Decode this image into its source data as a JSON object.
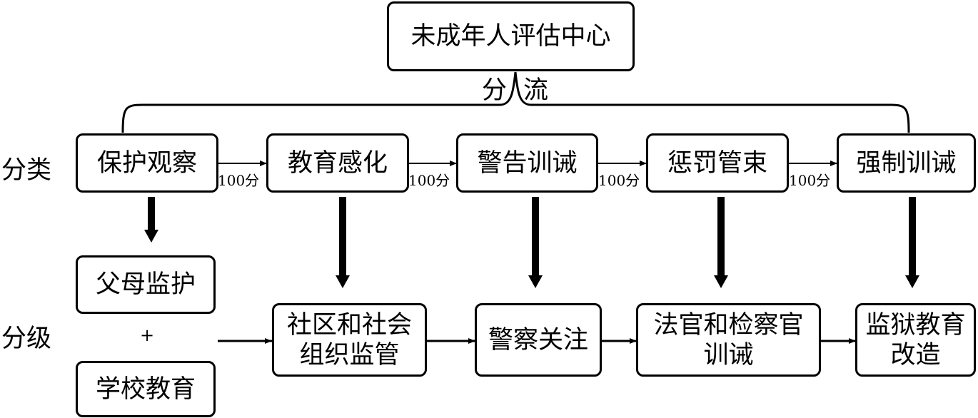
{
  "center": {
    "title": "未成年人评估中心"
  },
  "diversion_label": {
    "left": "分",
    "right": "流"
  },
  "row_labels": {
    "classification": "分类",
    "grading": "分级"
  },
  "categories": [
    "保护观察",
    "教育感化",
    "警告训诫",
    "惩罚管束",
    "强制训诫"
  ],
  "score_labels": [
    "100分",
    "100分",
    "100分",
    "100分"
  ],
  "grades": {
    "parent": "父母监护",
    "plus": "+",
    "school": "学校教育",
    "community": [
      "社区和社会",
      "组织监管"
    ],
    "police": "警察关注",
    "judge": [
      "法官和检察官",
      "训诫"
    ],
    "prison": [
      "监狱教育",
      "改造"
    ]
  }
}
